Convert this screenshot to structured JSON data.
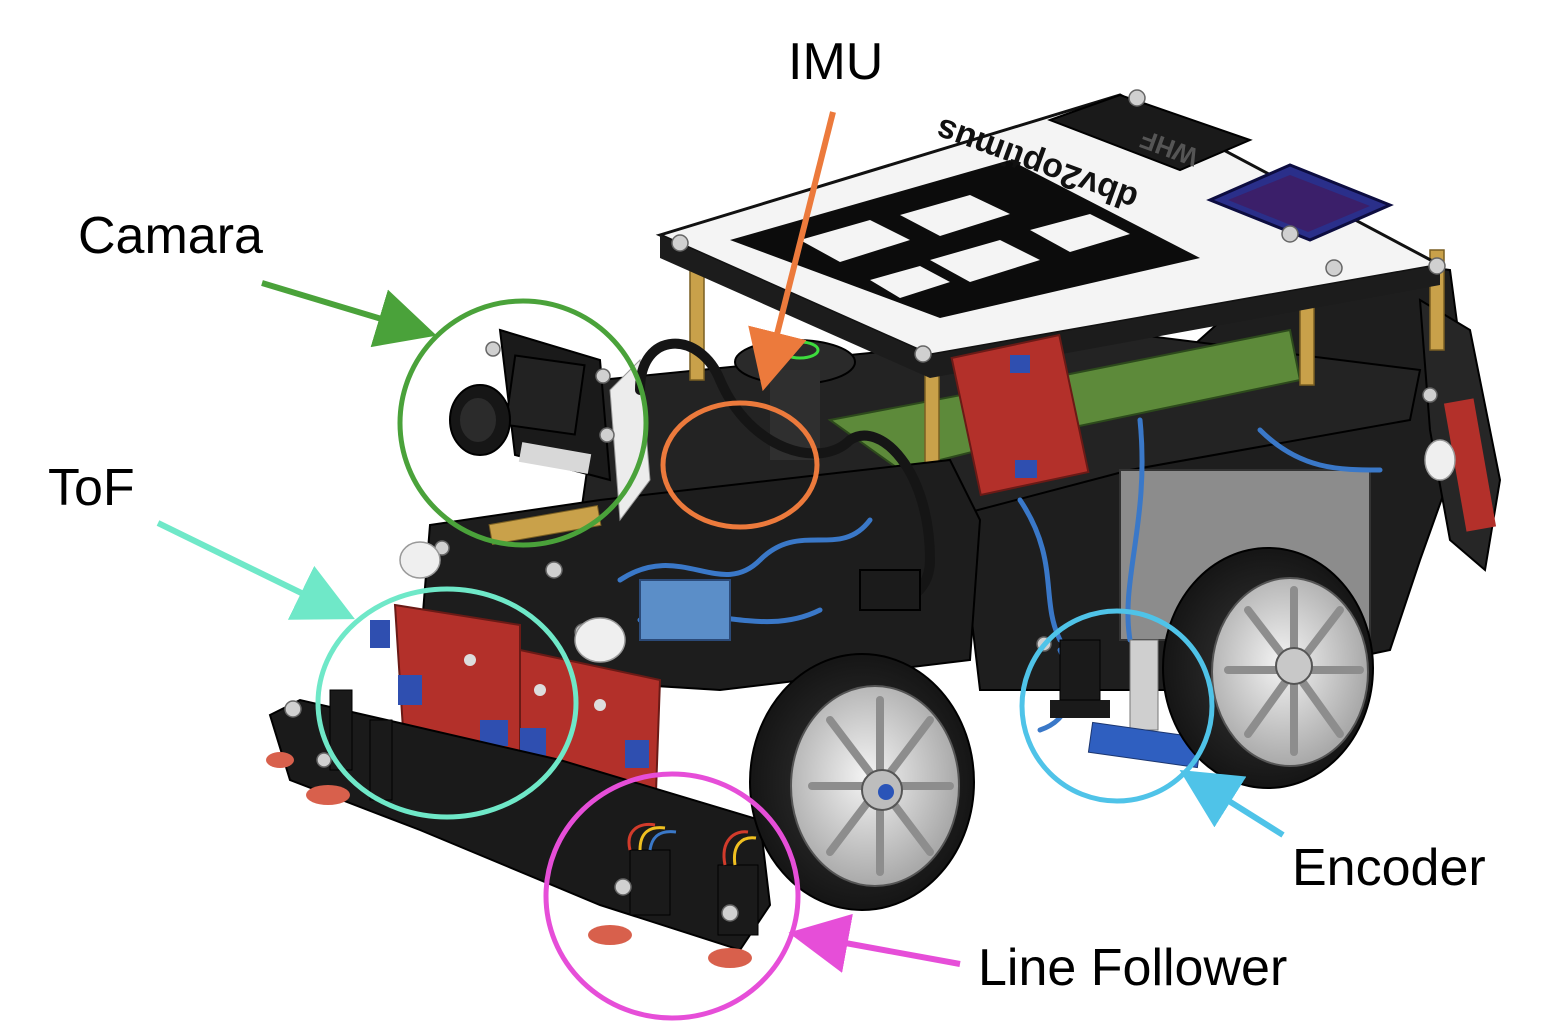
{
  "labels": {
    "imu": "IMU",
    "camera": "Camara",
    "tof": "ToF",
    "encoder": "Encoder",
    "line_follower": "Line Follower"
  },
  "robot": {
    "top_plate_text": "dbv2optimus",
    "logo_text": "WHF"
  },
  "colors": {
    "imu": "#ec7a3c",
    "camera": "#4aa23a",
    "tof": "#6fe8c8",
    "encoder": "#4fc3e8",
    "line_follower": "#e64ed8",
    "chassis": "#1e1e1e",
    "pcb_red": "#b3302a",
    "wire_blue": "#3a78c8",
    "brass": "#c9a14a"
  }
}
